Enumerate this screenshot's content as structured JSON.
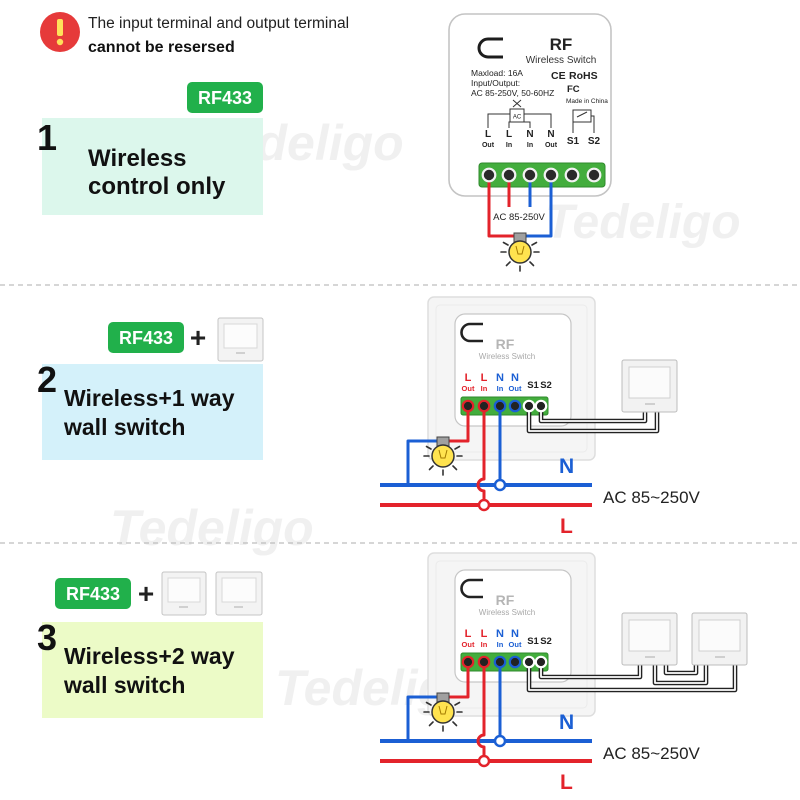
{
  "warning": {
    "icon": "exclamation-icon",
    "line1": "The input terminal and output terminal",
    "line2": "cannot be resersed"
  },
  "watermark": "Tedeligo",
  "colors": {
    "warning": "#e63a3a",
    "badge": "#21b04b",
    "live": "#e3232b",
    "neutral": "#1b5fd4",
    "terminal_block": "#43ad3d",
    "bulb": "#ffe34f"
  },
  "sections": [
    {
      "number": "1",
      "badge": "RF433",
      "title_line1": "Wireless",
      "title_line2": "control only",
      "box_color": "#dcf7ec"
    },
    {
      "number": "2",
      "badge": "RF433",
      "plus": "+",
      "title_line1": "Wireless+1 way",
      "title_line2": "wall switch",
      "box_color": "#d4f1fa"
    },
    {
      "number": "3",
      "badge": "RF433",
      "plus": "+",
      "title_line1": "Wireless+2 way",
      "title_line2": "wall switch",
      "box_color": "#ecfbc7"
    }
  ],
  "module": {
    "brand": "RF",
    "subtitle": "Wireless Switch",
    "terminals": [
      {
        "letter": "L",
        "role": "Out"
      },
      {
        "letter": "L",
        "role": "In"
      },
      {
        "letter": "N",
        "role": "In"
      },
      {
        "letter": "N",
        "role": "Out"
      }
    ],
    "s1": "S1",
    "s2": "S2"
  },
  "label_plate": {
    "maxload": "Maxload: 16A",
    "io_label": "Input/Output:",
    "io_value": "AC 85-250V, 50-60HZ",
    "ce": "CE",
    "rohs": "RoHS",
    "fc": "FC",
    "origin": "Made in China",
    "relay": "AC",
    "supply": "AC 85-250V"
  },
  "mains": {
    "neutral": "N",
    "live": "L",
    "supply": "AC 85~250V"
  }
}
